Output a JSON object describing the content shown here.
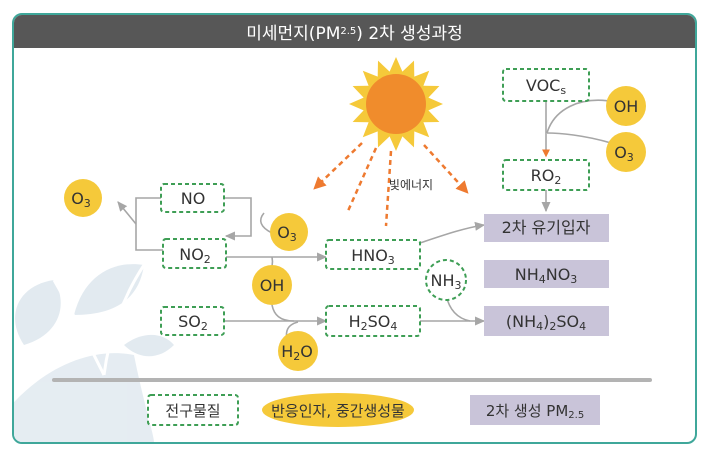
{
  "title": {
    "main": "미세먼지(PM",
    "sub": "2.5",
    "tail": ") 2차 생성과정"
  },
  "energy_label": "빛에너지",
  "nodes": {
    "vocs": {
      "main": "VOC",
      "sub": "s"
    },
    "ro2": {
      "main": "RO",
      "sub": "2"
    },
    "no": {
      "main": "NO"
    },
    "no2": {
      "main": "NO",
      "sub": "2"
    },
    "hno3": {
      "main": "HNO",
      "sub": "3"
    },
    "so2": {
      "main": "SO",
      "sub": "2"
    },
    "h2so4": {
      "a": "H",
      "a_sub": "2",
      "b": "SO",
      "b_sub": "4"
    },
    "oh_top": {
      "main": "OH"
    },
    "o3_top": {
      "main": "O",
      "sub": "3"
    },
    "o3_left": {
      "main": "O",
      "sub": "3"
    },
    "o3_mid": {
      "main": "O",
      "sub": "3"
    },
    "oh_mid": {
      "main": "OH"
    },
    "h2o": {
      "a": "H",
      "a_sub": "2",
      "b": "O"
    },
    "nh3": {
      "main": "NH",
      "sub": "3"
    },
    "organic": {
      "main": "2차 유기입자"
    },
    "nh4no3": {
      "a": "NH",
      "a_sub": "4",
      "b": "NO",
      "b_sub": "3"
    },
    "nh42so4": {
      "a": "(NH",
      "a_sub": "4",
      "b": ")",
      "b_sub": "2",
      "c": "SO",
      "c_sub": "4"
    }
  },
  "legend": {
    "precursor": "전구물질",
    "reaction": "반응인자, 중간생성물",
    "secondary_main": "2차 생성 PM",
    "secondary_sub": "2.5"
  },
  "colors": {
    "header": "#575757",
    "border": "#3fa79a",
    "dash": "#3e9e55",
    "sun": "#f08c2c",
    "yellow": "#f5c93a",
    "lavender": "#c9c4d9",
    "arrow": "#a6a6a6",
    "energy_arrow": "#ee7a30"
  }
}
